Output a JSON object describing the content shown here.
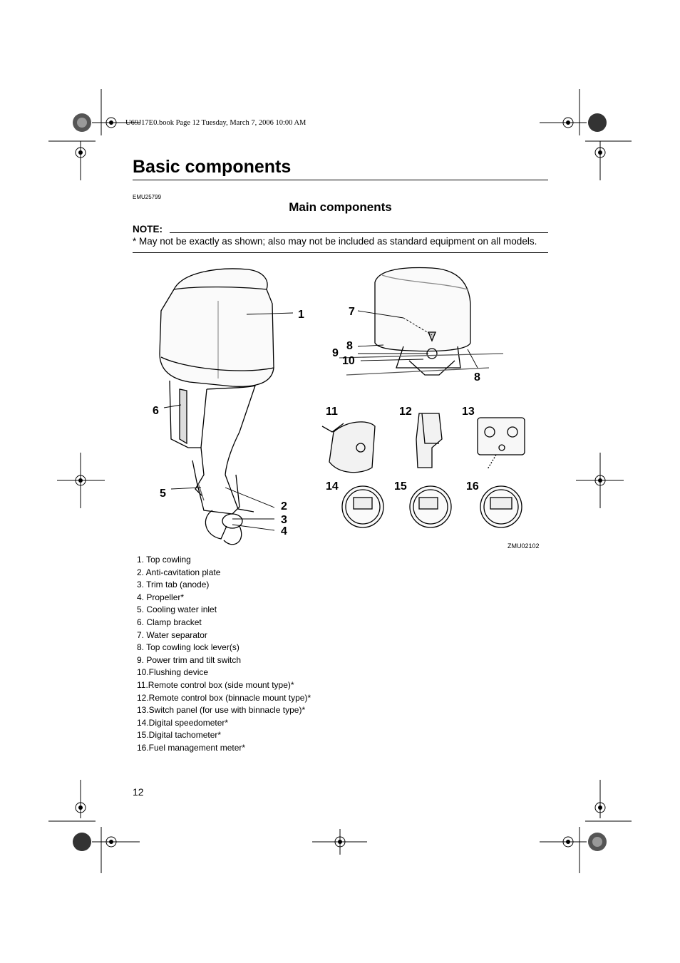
{
  "print_header": "U69J17E0.book  Page 12  Tuesday, March 7, 2006  10:00 AM",
  "page_title": "Basic components",
  "doc_code": "EMU25799",
  "section_title": "Main components",
  "note": {
    "label": "NOTE:",
    "text": "* May not be exactly as shown; also may not be included as standard equipment on all models."
  },
  "figure": {
    "code": "ZMU02102",
    "callouts": [
      "1",
      "2",
      "3",
      "4",
      "5",
      "6",
      "7",
      "8",
      "9",
      "10",
      "8",
      "11",
      "12",
      "13",
      "14",
      "15",
      "16"
    ]
  },
  "legend": [
    "1.  Top cowling",
    "2.  Anti-cavitation plate",
    "3.  Trim tab (anode)",
    "4.  Propeller*",
    "5.  Cooling water inlet",
    "6.  Clamp bracket",
    "7.  Water separator",
    "8.  Top cowling lock lever(s)",
    "9.  Power trim and tilt switch",
    "10.Flushing device",
    "11.Remote control box (side mount type)*",
    "12.Remote control box (binnacle mount type)*",
    "13.Switch panel (for use with binnacle type)*",
    "14.Digital speedometer*",
    "15.Digital tachometer*",
    "16.Fuel management meter*"
  ],
  "page_number": "12"
}
